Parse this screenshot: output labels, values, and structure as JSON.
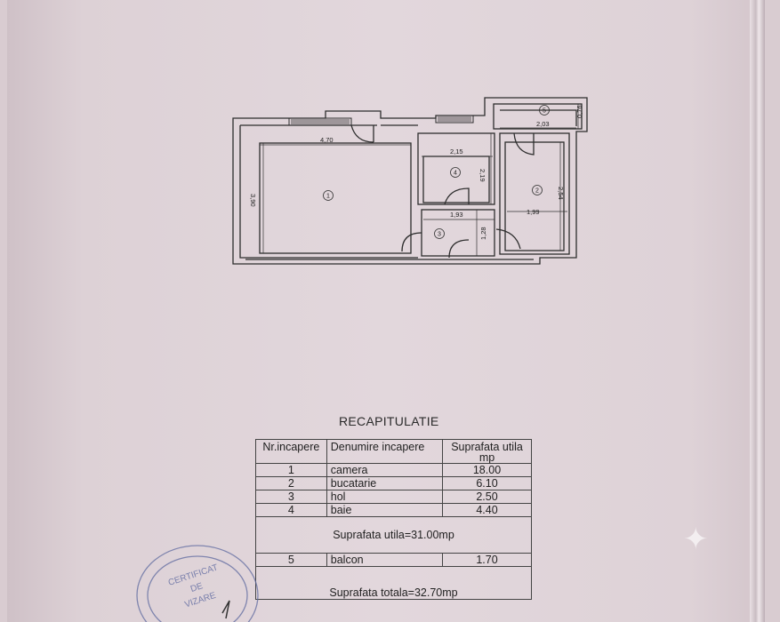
{
  "plan": {
    "dims": {
      "d470": "4,70",
      "d215": "2,15",
      "d219": "2,19",
      "d390": "3,90",
      "d193": "1,93",
      "d128": "1,28",
      "d199": "1,99",
      "d254": "2,54",
      "d203": "2,03",
      "d076": "0,76"
    },
    "rooms": {
      "r1": "1",
      "r2": "2",
      "r3": "3",
      "r4": "4",
      "r5": "5"
    }
  },
  "recap": {
    "title": "RECAPITULATIE",
    "headers": {
      "nr": "Nr.incapere",
      "name": "Denumire incapere",
      "area": "Suprafata utila mp"
    },
    "rows": [
      {
        "nr": "1",
        "name": "camera",
        "area": "18.00"
      },
      {
        "nr": "2",
        "name": "bucatarie",
        "area": "6.10"
      },
      {
        "nr": "3",
        "name": "hol",
        "area": "2.50"
      },
      {
        "nr": "4",
        "name": "baie",
        "area": "4.40"
      }
    ],
    "util_total": "Suprafata utila=31.00mp",
    "balcony": {
      "nr": "5",
      "name": "balcon",
      "area": "1.70"
    },
    "grand_total": "Suprafata totala=32.70mp"
  },
  "stamp": {
    "line1": "CERTIFICAT",
    "line2": "DE",
    "line3": "VIZARE"
  }
}
